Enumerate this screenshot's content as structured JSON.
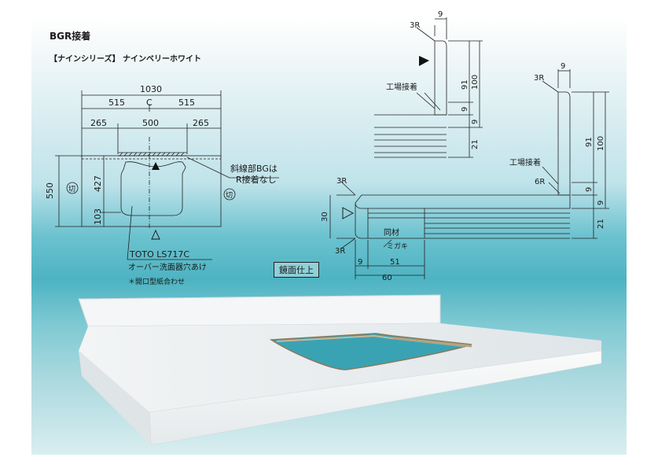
{
  "title": "BGR接着",
  "subtitle": "【ナインシリーズ】 ナインベリーホワイト",
  "finish_label": "鏡面仕上",
  "plan_view": {
    "dim_overall": "1030",
    "dim_half_left": "515",
    "dim_half_right": "515",
    "center_mark": "C",
    "dim_left": "265",
    "dim_center": "500",
    "dim_right": "265",
    "dim_depth": "550",
    "dim_bowl": "427",
    "dim_bottom": "103",
    "cut_left": "切",
    "cut_right": "切",
    "note_line1": "斜線部BGは",
    "note_line2": "R接着なし",
    "sink_model": "TOTO LS717C",
    "sink_desc": "オーバー洗面器穴あけ",
    "sink_note": "＊開口型紙合わせ"
  },
  "section_upper": {
    "radius": "3R",
    "width": "9",
    "label": "工場接着",
    "dim_91": "91",
    "dim_100": "100",
    "dim_9a": "9",
    "dim_9b": "9",
    "dim_21": "21"
  },
  "section_right": {
    "radius_top": "3R",
    "width": "9",
    "label": "工場接着",
    "radius_inner": "6R",
    "dim_91": "91",
    "dim_100": "100",
    "dim_9a": "9",
    "dim_9b": "9",
    "dim_21": "21"
  },
  "section_front": {
    "radius_top": "3R",
    "radius_bottom": "3R",
    "dim_30": "30",
    "material": "同材",
    "polish": "ミガキ",
    "dim_9": "9",
    "dim_51": "51",
    "dim_60": "60"
  }
}
